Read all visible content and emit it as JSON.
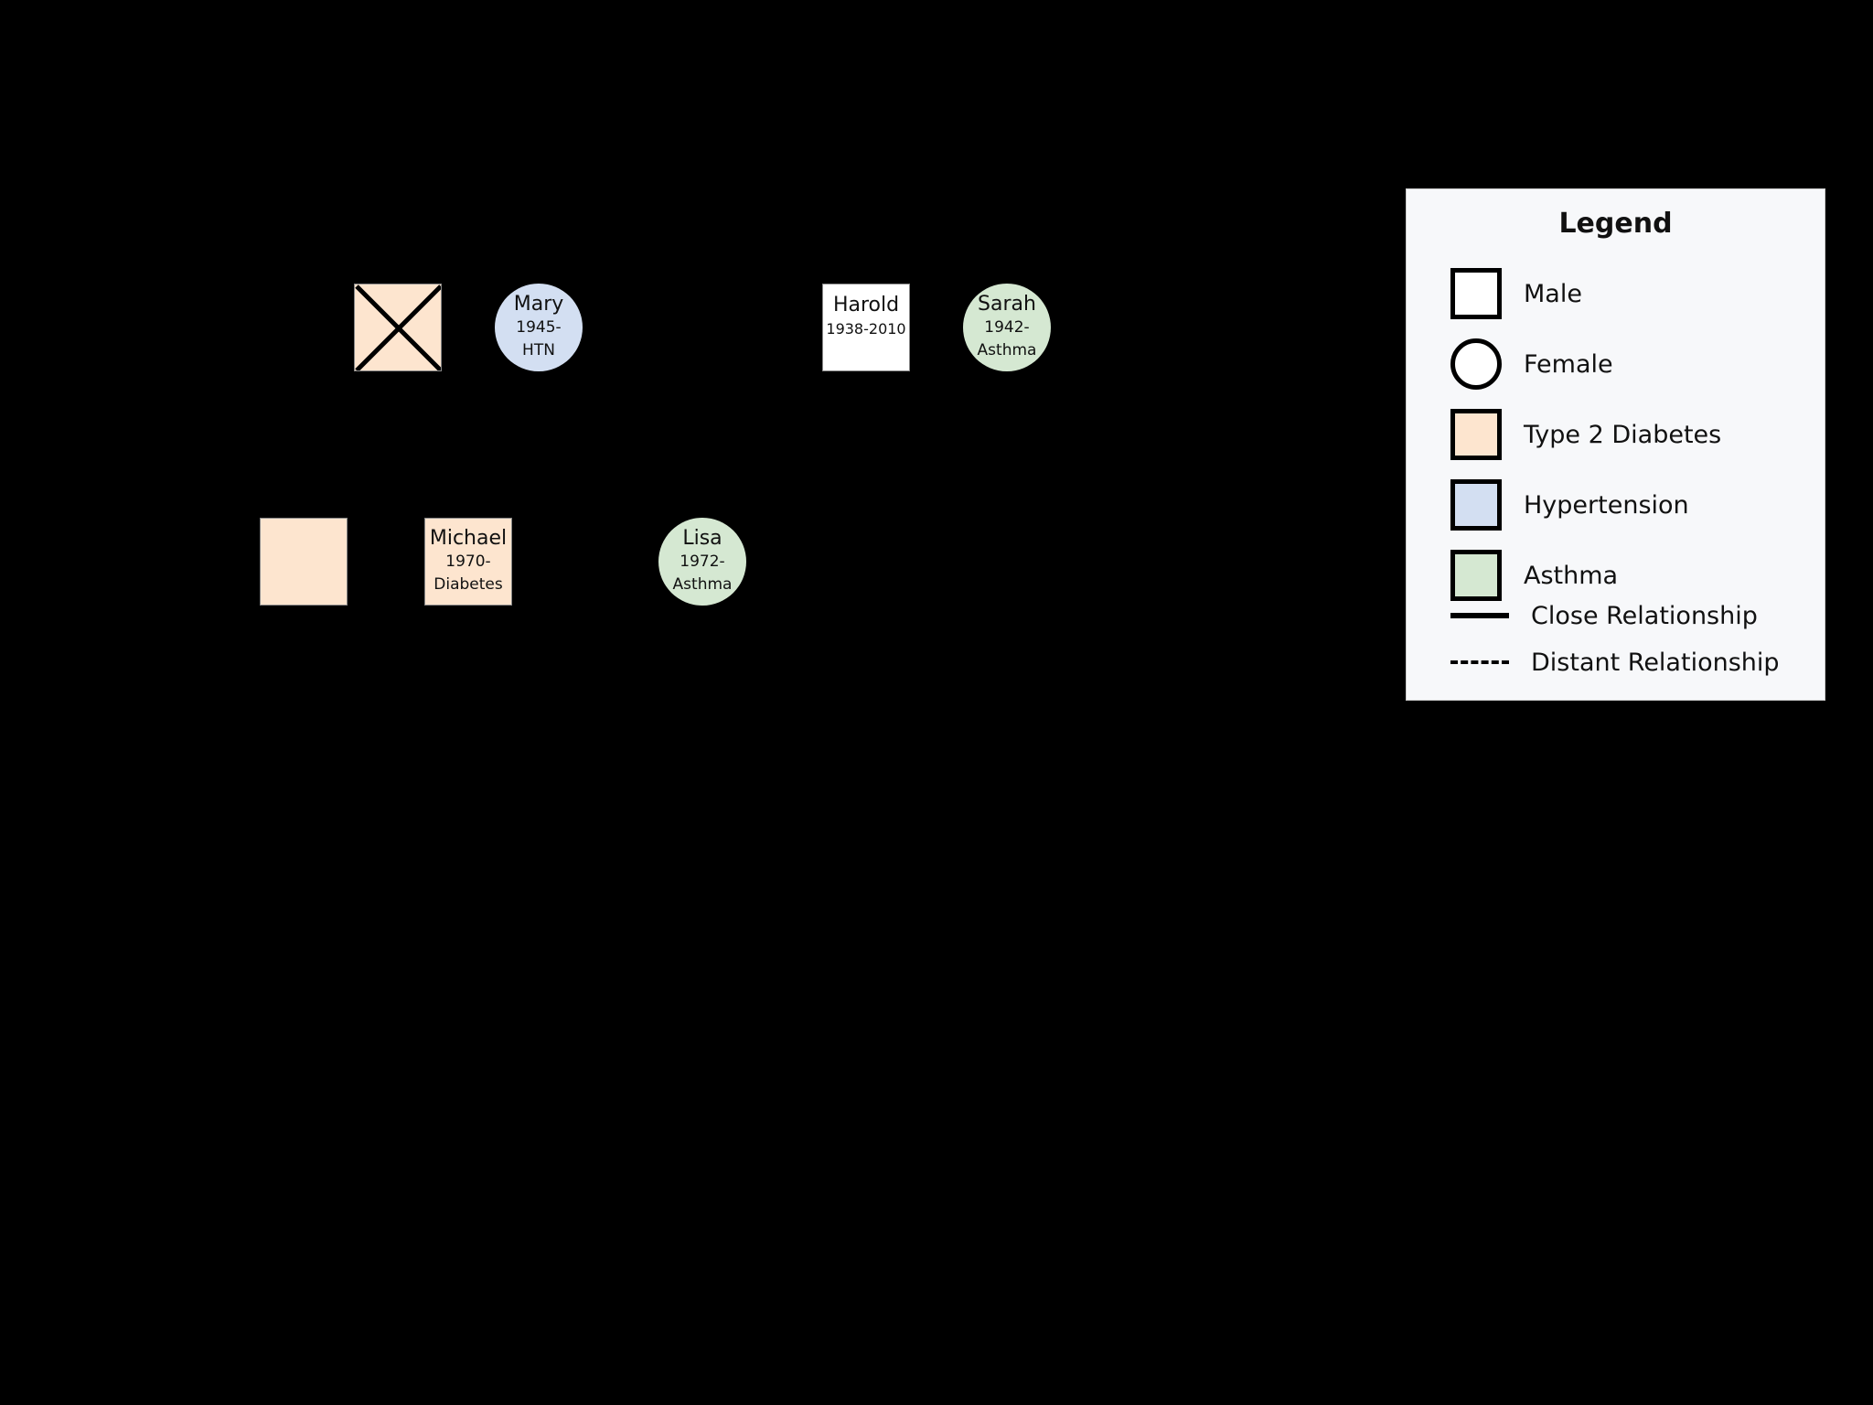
{
  "colors": {
    "background": "#000000",
    "diabetes": "#fde5cf",
    "hypertension": "#d3dff2",
    "asthma": "#d5e8d2",
    "male_default": "#ffffff",
    "legend_bg": "#f7f8fa"
  },
  "people": [
    {
      "id": "grandfather-paternal",
      "shape": "square",
      "deceased": true,
      "condition": "Type 2 Diabetes",
      "name": "",
      "line1": "",
      "line2": ""
    },
    {
      "id": "mary",
      "shape": "circle",
      "deceased": false,
      "condition": "Hypertension",
      "name": "Mary",
      "line1": "1945-",
      "line2": "HTN"
    },
    {
      "id": "harold",
      "shape": "square",
      "deceased": false,
      "condition": "",
      "name": "Harold",
      "line1": "1938-2010",
      "line2": ""
    },
    {
      "id": "sarah",
      "shape": "circle",
      "deceased": false,
      "condition": "Asthma",
      "name": "Sarah",
      "line1": "1942-",
      "line2": "Asthma"
    },
    {
      "id": "unnamed-male",
      "shape": "square",
      "deceased": false,
      "condition": "Type 2 Diabetes",
      "name": "",
      "line1": "",
      "line2": ""
    },
    {
      "id": "michael",
      "shape": "square",
      "deceased": false,
      "condition": "Type 2 Diabetes",
      "name": "Michael",
      "line1": "1970-",
      "line2": "Diabetes"
    },
    {
      "id": "lisa",
      "shape": "circle",
      "deceased": false,
      "condition": "Asthma",
      "name": "Lisa",
      "line1": "1972-",
      "line2": "Asthma"
    }
  ],
  "legend": {
    "title": "Legend",
    "items": [
      {
        "label": "Male",
        "symbol": "square"
      },
      {
        "label": "Female",
        "symbol": "circle"
      },
      {
        "label": "Type 2 Diabetes",
        "symbol": "square-diabetes"
      },
      {
        "label": "Hypertension",
        "symbol": "square-hypertension"
      },
      {
        "label": "Asthma",
        "symbol": "square-asthma"
      },
      {
        "label": "Close Relationship",
        "symbol": "solid-line"
      },
      {
        "label": "Distant Relationship",
        "symbol": "dashed-line"
      }
    ]
  }
}
